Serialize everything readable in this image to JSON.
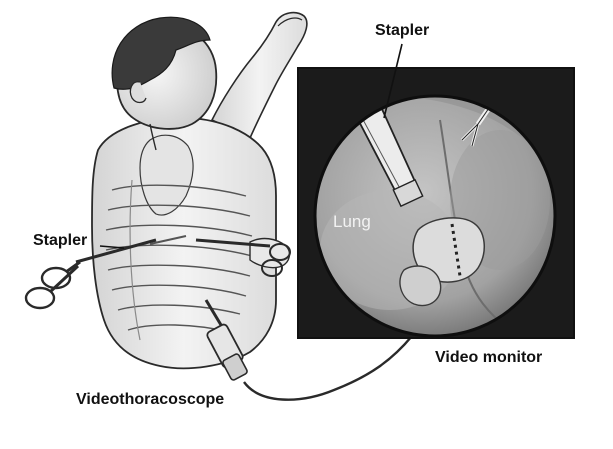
{
  "labels": {
    "stapler_top": "Stapler",
    "stapler_left": "Stapler",
    "lung": "Lung",
    "video_monitor": "Video monitor",
    "videothoracoscope": "Videothoracoscope"
  },
  "colors": {
    "monitor_frame": "#1b1b1b",
    "lung_tissue": "#a9a9a9",
    "skin": "#ececec",
    "outline": "#2a2a2a",
    "hair": "#3a3a3a"
  }
}
